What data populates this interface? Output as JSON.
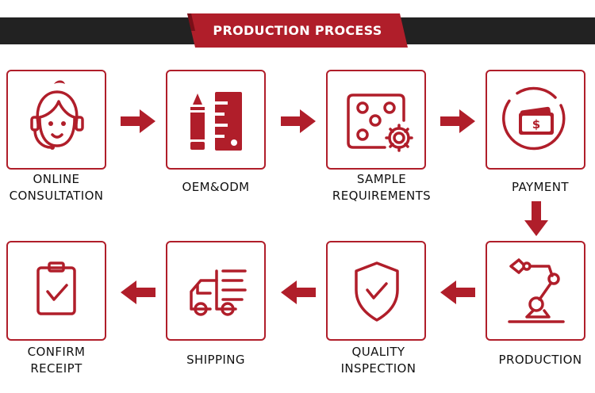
{
  "header": {
    "title": "PRODUCTION PROCESS"
  },
  "colors": {
    "accent": "#b01e2a",
    "bar": "#222222",
    "text": "#111111"
  },
  "steps": [
    {
      "lines": [
        "ONLINE",
        "CONSULTATION"
      ],
      "icon": "headset-operator-icon"
    },
    {
      "lines": [
        "OEM&ODM"
      ],
      "icon": "pencil-ruler-icon"
    },
    {
      "lines": [
        "SAMPLE",
        "REQUIREMENTS"
      ],
      "icon": "sample-dots-gear-icon"
    },
    {
      "lines": [
        "PAYMENT"
      ],
      "icon": "wallet-dollar-icon"
    },
    {
      "lines": [
        "PRODUCTION"
      ],
      "icon": "robot-arm-icon"
    },
    {
      "lines": [
        "QUALITY",
        "INSPECTION"
      ],
      "icon": "shield-check-icon"
    },
    {
      "lines": [
        "SHIPPING"
      ],
      "icon": "delivery-truck-icon"
    },
    {
      "lines": [
        "CONFIRM",
        "RECEIPT"
      ],
      "icon": "clipboard-check-icon"
    }
  ]
}
